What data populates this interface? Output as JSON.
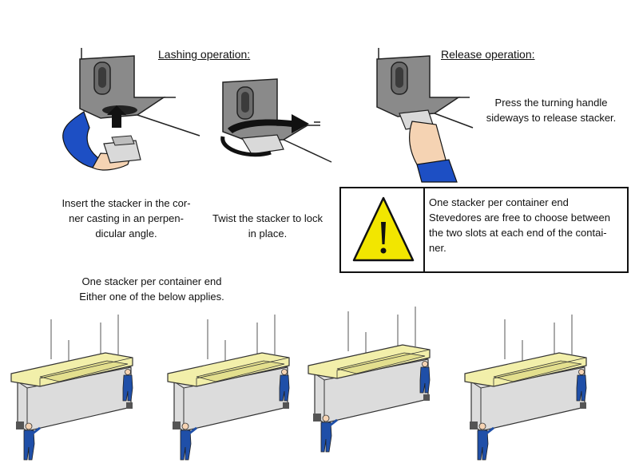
{
  "lashing": {
    "heading": "Lashing operation:",
    "step1": "Insert the stacker in the cor-ner casting in an perpen-dicular angle.",
    "step1_lines": [
      "Insert the stacker in the cor-",
      "ner casting in an perpen-",
      "dicular angle."
    ],
    "step2_lines": [
      "Twist the stacker to lock",
      "in place."
    ]
  },
  "release": {
    "heading": "Release operation:",
    "step_lines": [
      "Press the turning handle",
      "sideways to release stacker."
    ]
  },
  "warning": {
    "lines": [
      "One stacker per container end",
      "Stevedores are free to choose between",
      "the two slots at each end of the contai-",
      "ner."
    ],
    "icon": "warning-triangle-icon",
    "icon_color": "#f2e600"
  },
  "note": {
    "lines": [
      "One stacker per container end",
      "Either one of the below applies."
    ]
  },
  "colors": {
    "steel": "#8a8a8a",
    "spreader": "#f2efaa",
    "container": "#dcdcdc",
    "worker": "#1f4fa8",
    "glove": "#1d4fc4",
    "skin": "#f5d3b3"
  },
  "scenarios": [
    {
      "id": "scenario-1"
    },
    {
      "id": "scenario-2"
    },
    {
      "id": "scenario-3"
    },
    {
      "id": "scenario-4"
    }
  ]
}
